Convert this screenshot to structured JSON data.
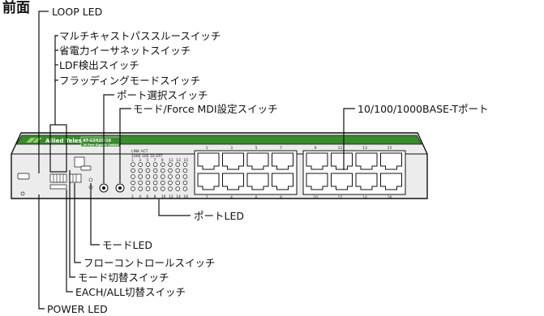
{
  "title": "前面",
  "device": {
    "brand_logo": "Allied Telesis",
    "model": "AT-GS920/16",
    "subtitle": "16 Port Gigabit Switch"
  },
  "labels": {
    "loop_led": "LOOP LED",
    "multicast_pass_switch": "マルチキャストパススルースイッチ",
    "power_saving_switch": "省電力イーサネットスイッチ",
    "ldf_detect_switch": "LDF検出スイッチ",
    "flooding_mode_switch": "フラッディングモードスイッチ",
    "port_select_switch": "ポート選択スイッチ",
    "mode_force_mdi_switch": "モード/Force MDI設定スイッチ",
    "rj45_ports": "10/100/1000BASE-Tポート",
    "port_led": "ポートLED",
    "mode_led": "モードLED",
    "flow_control_switch": "フローコントロールスイッチ",
    "mode_change_switch": "モード切替スイッチ",
    "each_all_switch": "EACH/ALL切替スイッチ",
    "power_led": "POWER LED"
  },
  "port_numbers": {
    "top_left": [
      "1",
      "3",
      "5",
      "7"
    ],
    "top_right": [
      "9",
      "11",
      "13",
      "15"
    ],
    "bottom_left": [
      "2",
      "4",
      "6",
      "8"
    ],
    "bottom_right": [
      "10",
      "12",
      "14",
      "16"
    ]
  },
  "led_panel": {
    "legend_1": "LINK  ACT",
    "legend_2": "1000  100  10  OFF",
    "numbers_odd": [
      "1",
      "3",
      "5",
      "7",
      "9",
      "11",
      "13",
      "15"
    ],
    "numbers_even": [
      "2",
      "4",
      "6",
      "8",
      "10",
      "12",
      "14",
      "16"
    ]
  },
  "colors": {
    "panel_green": "#3a8a2e",
    "panel_light_green": "#69b54a",
    "chassis": "#e8e8e8",
    "ink": "#111111"
  }
}
